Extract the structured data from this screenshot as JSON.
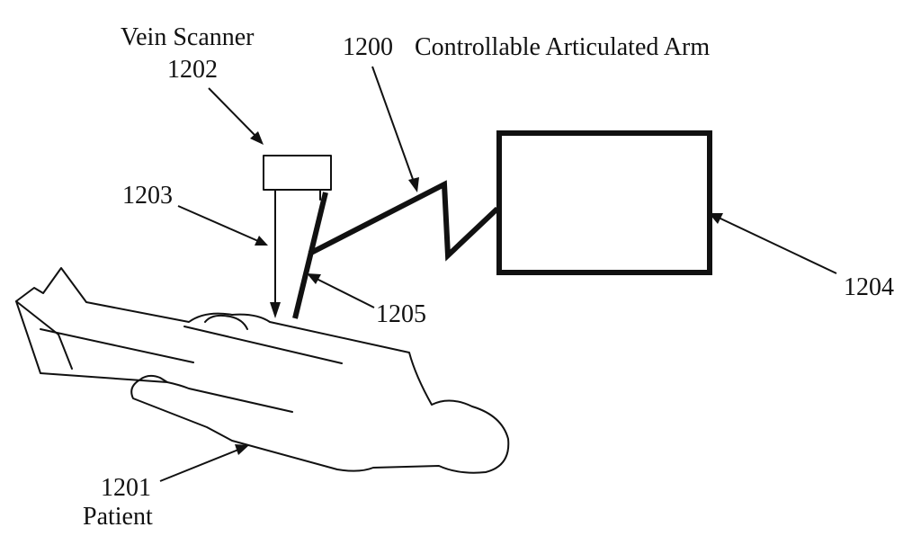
{
  "labels": {
    "vein_scanner_name": "Vein Scanner",
    "vein_scanner_ref": "1202",
    "arm_ref": "1200",
    "arm_name": "Controllable Articulated Arm",
    "beam_ref": "1203",
    "controller_ref": "1204",
    "probe_ref": "1205",
    "patient_ref": "1201",
    "patient_name": "Patient"
  },
  "colors": {
    "line": "#111111",
    "background": "#ffffff"
  }
}
